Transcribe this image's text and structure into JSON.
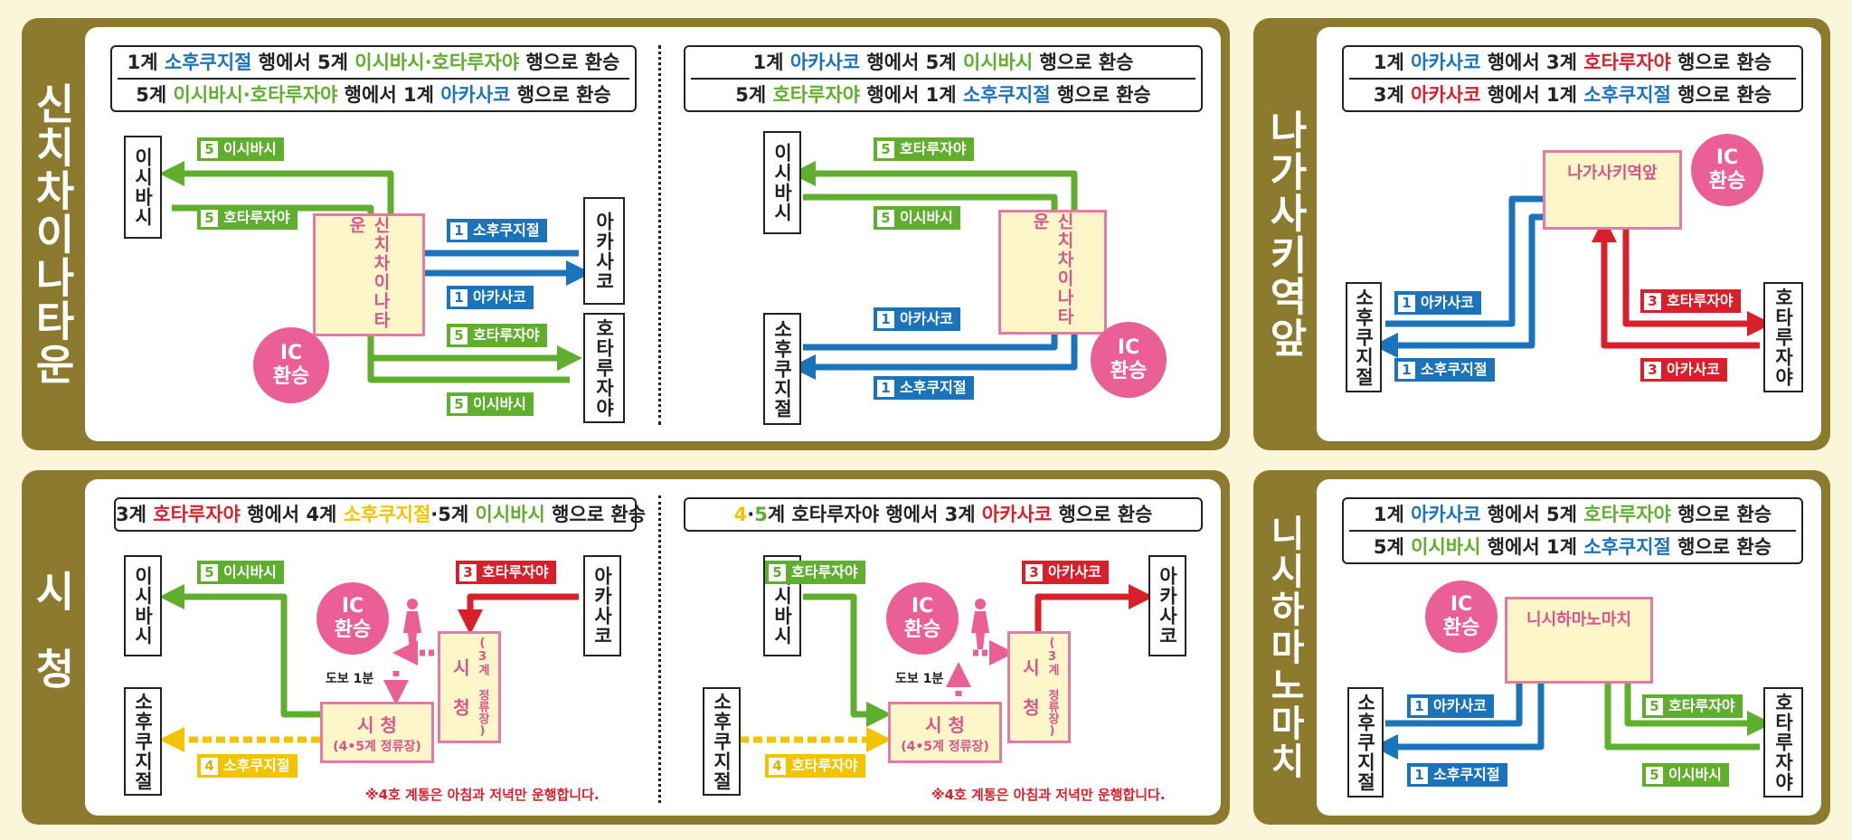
{
  "colors": {
    "panel": "#8c7a2e",
    "blue": "#1b74bb",
    "green": "#5fae2e",
    "red": "#d81f2a",
    "yellow": "#f2c400",
    "pink": "#e95f96",
    "cream": "#fdf6c9"
  },
  "shinchi": {
    "title": "신치차이나타운",
    "left_header": {
      "l1": {
        "a": "1계 ",
        "b": "소후쿠지절",
        "c": " 행에서 5계 ",
        "d": "이시바시·호타루자야",
        "e": " 행으로 환승"
      },
      "l2": {
        "a": "5계 ",
        "b": "이시바시·호타루자야",
        "c": " 행에서 1계 ",
        "d": "아카사코",
        "e": " 행으로 환승"
      }
    },
    "right_header": {
      "l1": {
        "a": "1계 ",
        "b": "아카사코",
        "c": " 행에서 5계 ",
        "d": "이시바시",
        "e": " 행으로 환승"
      },
      "l2": {
        "a": "5계 ",
        "b": "호타루자야",
        "c": " 행에서 1계 ",
        "d": "소후쿠지절",
        "e": " 행으로 환승"
      }
    },
    "left": {
      "st_ishibashi": "이시바시",
      "st_akasako": "아카사코",
      "st_hotaru": "호타루자야",
      "platform": "신치차이나타운",
      "ic": "IC",
      "ic2": "환승",
      "tags": [
        {
          "n": "5",
          "t": "이시바시"
        },
        {
          "n": "5",
          "t": "호타루자야"
        },
        {
          "n": "1",
          "t": "소후쿠지절"
        },
        {
          "n": "1",
          "t": "아카사코"
        },
        {
          "n": "5",
          "t": "호타루자야"
        },
        {
          "n": "5",
          "t": "이시바시"
        }
      ]
    },
    "right": {
      "st_ishibashi": "이시바시",
      "st_sofukuji": "소후쿠지절",
      "platform": "신치차이나타운",
      "ic": "IC",
      "ic2": "환승",
      "tags": [
        {
          "n": "5",
          "t": "호타루자야"
        },
        {
          "n": "5",
          "t": "이시바시"
        },
        {
          "n": "1",
          "t": "아카사코"
        },
        {
          "n": "1",
          "t": "소후쿠지절"
        }
      ]
    }
  },
  "nagasaki": {
    "title": "나가사키역앞",
    "header": {
      "l1": {
        "a": "1계 ",
        "b": "아카사코",
        "c": " 행에서 3계 ",
        "d": "호타루자야",
        "e": " 행으로 환승"
      },
      "l2": {
        "a": "3계 ",
        "b": "아카사코",
        "c": " 행에서 1계 ",
        "d": "소후쿠지절",
        "e": " 행으로 환승"
      }
    },
    "st_sofukuji": "소후쿠지절",
    "st_hotaru": "호타루자야",
    "platform": "나가사키역앞",
    "ic": "IC",
    "ic2": "환승",
    "tags": [
      {
        "n": "1",
        "t": "아카사코"
      },
      {
        "n": "1",
        "t": "소후쿠지절"
      },
      {
        "n": "3",
        "t": "호타루자야"
      },
      {
        "n": "3",
        "t": "아카사코"
      }
    ]
  },
  "cityhall": {
    "title": "시청",
    "left_header": {
      "a": "3계 ",
      "b": "호타루자야",
      "c": " 행에서 4계 ",
      "d": "소후쿠지절",
      "e": "·5계 ",
      "f": "이시바시",
      "g": " 행으로 환승"
    },
    "right_header": {
      "a": "4",
      "b": "·",
      "c": "5",
      "d": "계 호타루자야 행에서 3계 ",
      "e": "아카사코",
      "f": " 행으로 환승"
    },
    "left": {
      "st_ishibashi": "이시바시",
      "st_sofukuji": "소후쿠지절",
      "st_akasako": "아카사코",
      "ic": "IC",
      "ic2": "환승",
      "walk": "도보 1분",
      "platform_main": "시 청",
      "platform_main_sub": "(4•5계 정류장)",
      "platform_side": "시 청",
      "platform_side_sub": "(3계 정류장)",
      "tags": [
        {
          "n": "5",
          "t": "이시바시"
        },
        {
          "n": "3",
          "t": "호타루자야"
        },
        {
          "n": "4",
          "t": "소후쿠지절"
        }
      ],
      "note": "※4호 계통은 아침과 저녁만 운행합니다."
    },
    "right": {
      "st_ishibashi": "이시바시",
      "st_sofukuji": "소후쿠지절",
      "st_akasako": "아카사코",
      "ic": "IC",
      "ic2": "환승",
      "walk": "도보 1분",
      "platform_main": "시 청",
      "platform_main_sub": "(4•5계 정류장)",
      "platform_side": "시 청",
      "platform_side_sub": "(3계 정류장)",
      "tags": [
        {
          "n": "5",
          "t": "호타루자야"
        },
        {
          "n": "3",
          "t": "아카사코"
        },
        {
          "n": "4",
          "t": "호타루자야"
        }
      ],
      "note": "※4호 계통은 아침과 저녁만 운행합니다."
    }
  },
  "nishihama": {
    "title": "니시하마노마치",
    "header": {
      "l1": {
        "a": "1계 ",
        "b": "아카사코",
        "c": " 행에서 5계 ",
        "d": "호타루자야",
        "e": " 행으로 환승"
      },
      "l2": {
        "a": "5계 ",
        "b": "이시바시",
        "c": " 행에서 1계 ",
        "d": "소후쿠지절",
        "e": " 행으로 환승"
      }
    },
    "st_sofukuji": "소후쿠지절",
    "st_hotaru": "호타루자야",
    "platform": "니시하마노마치",
    "ic": "IC",
    "ic2": "환승",
    "tags": [
      {
        "n": "1",
        "t": "아카사코"
      },
      {
        "n": "1",
        "t": "소후쿠지절"
      },
      {
        "n": "5",
        "t": "호타루자야"
      },
      {
        "n": "5",
        "t": "이시바시"
      }
    ]
  }
}
